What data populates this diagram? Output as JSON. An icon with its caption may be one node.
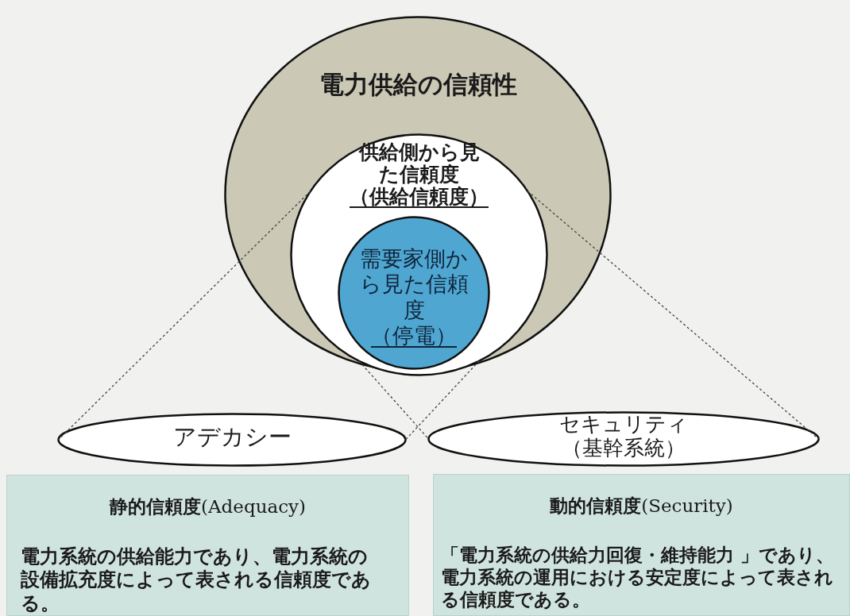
{
  "diagram": {
    "nodes": [
      {
        "text": [
          "電力供給の信頼性"
        ]
      },
      {
        "text": [
          "供給側から見た信頼度",
          "（供給信頼度）"
        ],
        "in": 0
      },
      {
        "text": [
          "需要家側から見た信頼度",
          "（停電）"
        ],
        "in": 1
      },
      {
        "text": [
          "アデカシー"
        ]
      },
      {
        "text": [
          "セキュリティ（基幹系統）"
        ]
      },
      {
        "text": [
          "**静的信頼度**(Adequacy)",
          "電力系統の供給能力であり、電力系統の設備拡充度によって表される信頼度である。"
        ]
      },
      {
        "text": [
          "**動的信頼度**(Security)",
          "「電力系統の供給力回復・維持能力 」であり、電力系統の運用における安定度によって表される信頼度である。"
        ]
      }
    ],
    "edges": [
      {
        "from": 1,
        "to": 3,
        "arrow": "none",
        "style": "dashed"
      },
      {
        "from": 1,
        "to": 3,
        "arrow": "none",
        "style": "dashed"
      },
      {
        "from": 1,
        "to": 4,
        "arrow": "none",
        "style": "dashed"
      },
      {
        "from": 1,
        "to": 4,
        "arrow": "none",
        "style": "dashed"
      }
    ]
  }
}
